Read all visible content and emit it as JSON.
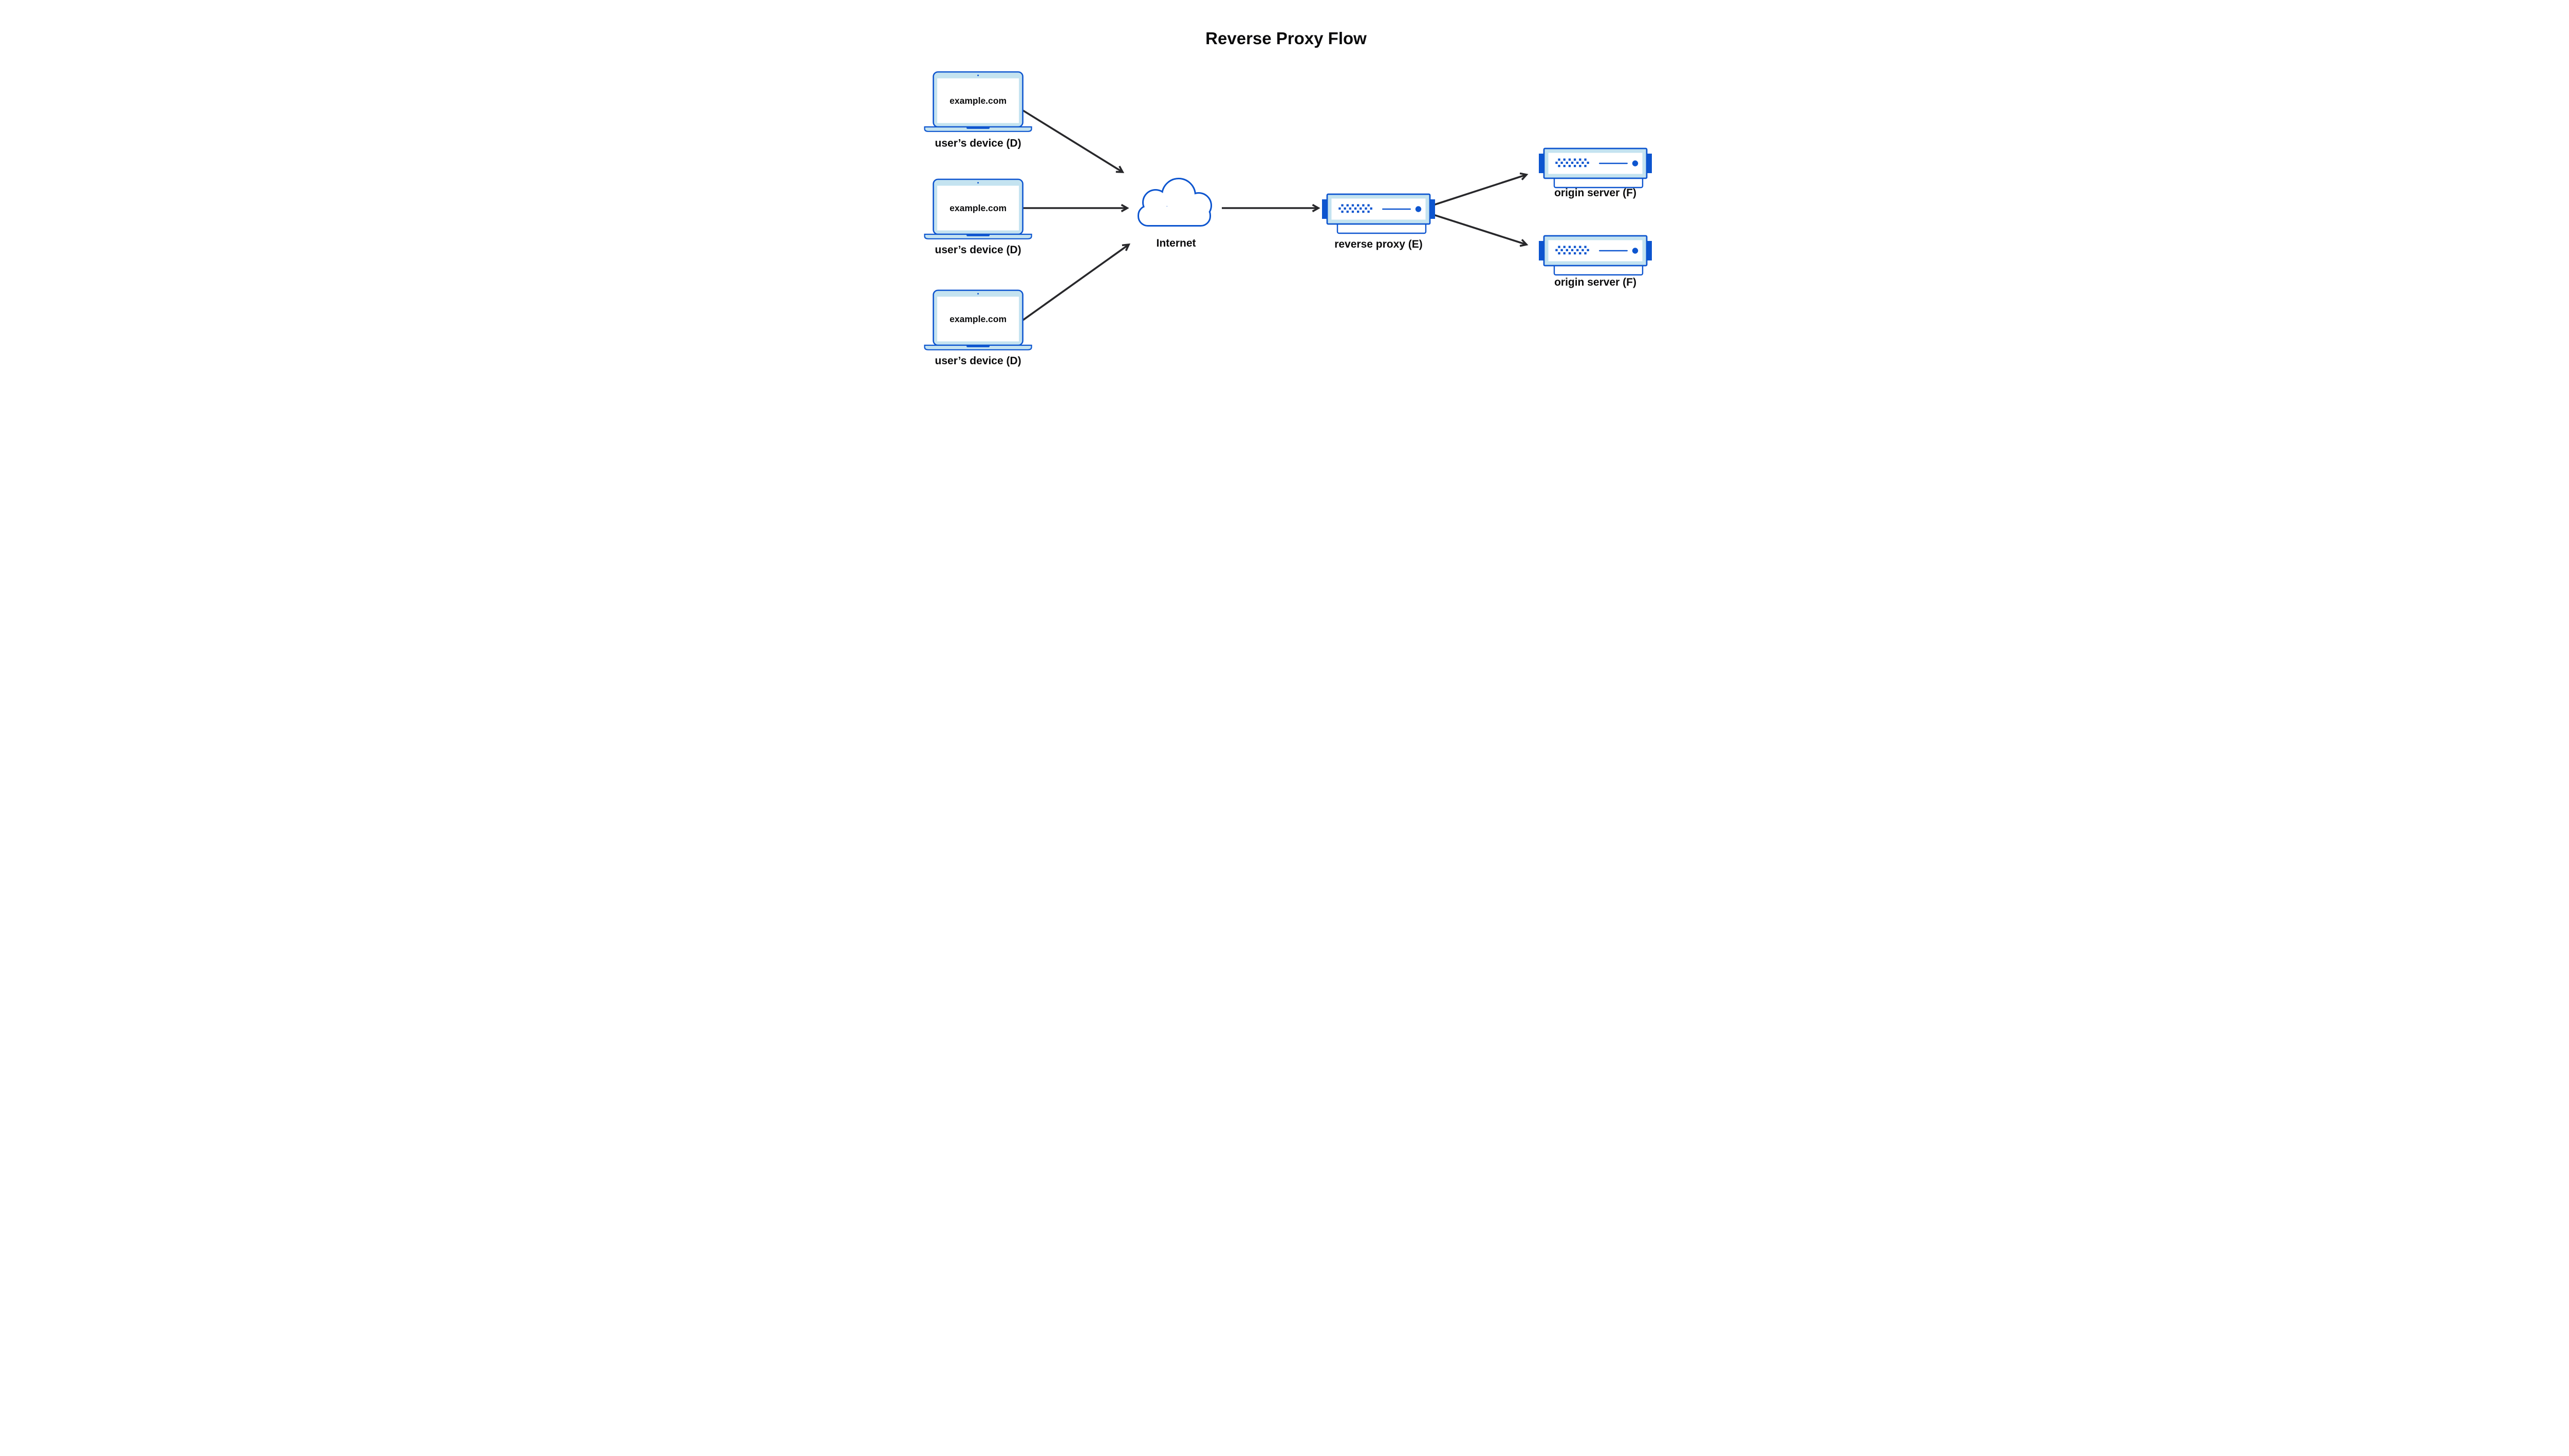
{
  "title": "Reverse Proxy Flow",
  "colors": {
    "accent_blue": "#0d55cf",
    "light_blue": "#c4e3f0",
    "arrow": "#28282b",
    "text": "#0b0b0c",
    "background": "#ffffff"
  },
  "devices": [
    {
      "screen_text": "example.com",
      "label": "user’s device (D)"
    },
    {
      "screen_text": "example.com",
      "label": "user’s device (D)"
    },
    {
      "screen_text": "example.com",
      "label": "user’s device (D)"
    }
  ],
  "internet": {
    "label": "Internet"
  },
  "reverse_proxy": {
    "label": "reverse proxy (E)"
  },
  "origin_servers": [
    {
      "label": "origin server (F)"
    },
    {
      "label": "origin server (F)"
    }
  ]
}
